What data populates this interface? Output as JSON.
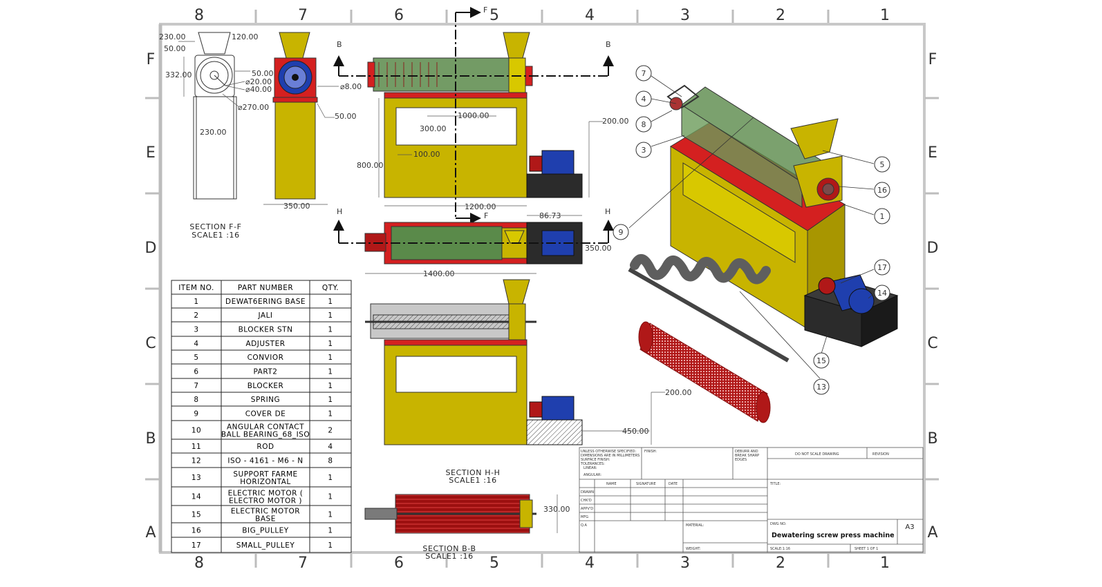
{
  "zones": {
    "columns": [
      "8",
      "7",
      "6",
      "5",
      "4",
      "3",
      "2",
      "1"
    ],
    "rows": [
      "F",
      "E",
      "D",
      "C",
      "B",
      "A"
    ]
  },
  "views": {
    "section_ff": {
      "title": "SECTION F-F",
      "scale": "SCALE1 :16"
    },
    "section_hh": {
      "title": "SECTION H-H",
      "scale": "SCALE1 :16"
    },
    "section_bb": {
      "title": "SECTION B-B",
      "scale": "SCALE1 :16"
    },
    "cut_letters": {
      "b_left": "B",
      "b_right": "B",
      "f_top": "F",
      "f_mid": "F",
      "h_left": "H",
      "h_right": "H"
    }
  },
  "dimensions": {
    "d230_top": "230.00",
    "d120": "120.00",
    "d50_left": "50.00",
    "d332": "332.00",
    "d50_right": "50.00",
    "d20": "20.00",
    "d40": "40.00",
    "d270": "270.00",
    "d230_bottom": "230.00",
    "d8": "8.00",
    "d50_side": "50.00",
    "d350_side": "350.00",
    "d1000": "1000.00",
    "d300": "300.00",
    "d100": "100.00",
    "d800": "800.00",
    "d200_top": "200.00",
    "d1200": "1200.00",
    "d86": "86.73",
    "d350_top": "350.00",
    "d1400": "1400.00",
    "d200_bottom": "200.00",
    "d450": "450.00",
    "d330": "330.00"
  },
  "bom": {
    "headers": [
      "ITEM NO.",
      "PART NUMBER",
      "QTY."
    ],
    "rows": [
      {
        "item": "1",
        "part": "DEWAT6ERING BASE",
        "qty": "1"
      },
      {
        "item": "2",
        "part": "JALI",
        "qty": "1"
      },
      {
        "item": "3",
        "part": "BLOCKER STN",
        "qty": "1"
      },
      {
        "item": "4",
        "part": "ADJUSTER",
        "qty": "1"
      },
      {
        "item": "5",
        "part": "CONVIOR",
        "qty": "1"
      },
      {
        "item": "6",
        "part": "PART2",
        "qty": "1"
      },
      {
        "item": "7",
        "part": "BLOCKER",
        "qty": "1"
      },
      {
        "item": "8",
        "part": "SPRING",
        "qty": "1"
      },
      {
        "item": "9",
        "part": "COVER DE",
        "qty": "1"
      },
      {
        "item": "10",
        "part": "ANGULAR CONTACT BALL BEARING_68_ISO",
        "part_l1": "ANGULAR CONTACT",
        "part_l2": "BALL BEARING_68_ISO",
        "qty": "2"
      },
      {
        "item": "11",
        "part": "ROD",
        "qty": "4"
      },
      {
        "item": "12",
        "part": "ISO - 4161 - M6 - N",
        "qty": "8"
      },
      {
        "item": "13",
        "part": "SUPPORT FARME HORIZONTAL",
        "part_l1": "SUPPORT FARME",
        "part_l2": "HORIZONTAL",
        "qty": "1"
      },
      {
        "item": "14",
        "part": "ELECTRIC MOTOR ( ELECTRO MOTOR )",
        "part_l1": "ELECTRIC MOTOR (",
        "part_l2": "ELECTRO MOTOR )",
        "qty": "1"
      },
      {
        "item": "15",
        "part": "ELECTRIC MOTOR BASE",
        "part_l1": "ELECTRIC MOTOR",
        "part_l2": "BASE",
        "qty": "1"
      },
      {
        "item": "16",
        "part": "BIG_PULLEY",
        "qty": "1"
      },
      {
        "item": "17",
        "part": "SMALL_PULLEY",
        "qty": "1"
      }
    ]
  },
  "balloons": [
    "7",
    "4",
    "8",
    "3",
    "5",
    "16",
    "1",
    "9",
    "17",
    "14",
    "15",
    "13"
  ],
  "title_block": {
    "tolerance_note_l1": "UNLESS OTHERWISE SPECIFIED:",
    "tolerance_note_l2": "DIMENSIONS ARE IN MILLIMETERS",
    "tolerance_note_l3": "SURFACE FINISH:",
    "tolerance_note_l4": "TOLERANCES:",
    "tolerance_note_l5": "LINEAR:",
    "tolerance_note_l6": "ANGULAR:",
    "finish": "FINISH:",
    "deburr_l1": "DEBURR AND",
    "deburr_l2": "BREAK SHARP",
    "deburr_l3": "EDGES",
    "no_scale": "DO NOT SCALE DRAWING",
    "revision": "REVISION",
    "col_name": "NAME",
    "col_signature": "SIGNATURE",
    "col_date": "DATE",
    "title_label": "TITLE:",
    "row_drawn": "DRAWN",
    "row_chkd": "CHK'D",
    "row_appvd": "APPV'D",
    "row_mfg": "MFG",
    "row_qa": "Q.A",
    "material": "MATERIAL:",
    "dwg_no_label": "DWG NO.",
    "dwg_title": "Dewatering screw press machine",
    "sheet_size": "A3",
    "weight": "WEIGHT:",
    "scale": "SCALE:1:16",
    "sheet": "SHEET 1 OF 1"
  },
  "colors": {
    "base_yellow": "#c8b400",
    "frame_red": "#d42020",
    "drum_green": "#5a8a4a",
    "motor_blue": "#1f3fae",
    "motor_base": "#2b2b2b",
    "mesh_red": "#b01818",
    "screw_grey": "#5e5e5e",
    "border_grey": "#cfcfcf"
  }
}
